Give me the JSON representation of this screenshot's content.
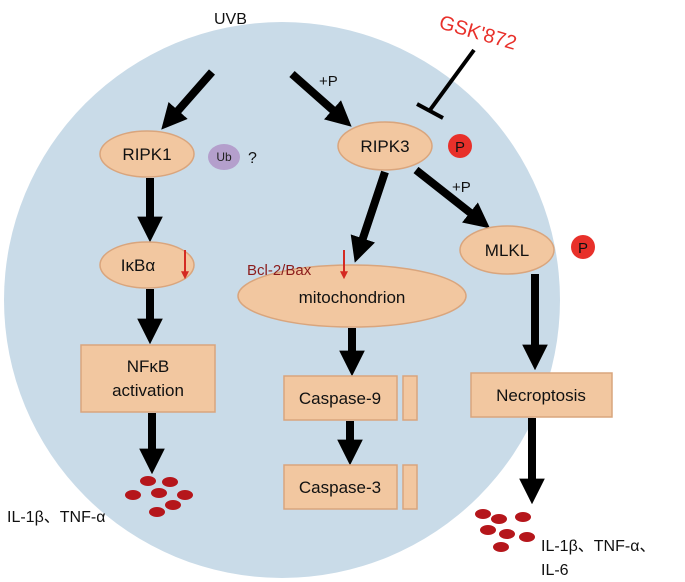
{
  "colors": {
    "cell": "#c9dbe8",
    "node_fill": "#f2c7a0",
    "node_stroke": "#d9a57d",
    "arrow": "#000000",
    "red_accent": "#e8302a",
    "ub_fill": "#b49fcc",
    "cytokine": "#b5161b",
    "bcl_text": "#8b1c1c"
  },
  "labels": {
    "uvb": "UVB",
    "gsk": "GSK'872",
    "plus_p_top": "+P",
    "plus_p_mid": "+P",
    "ub": "Ub",
    "question": "?",
    "p_badge_ripk3": "P",
    "p_badge_mlkl": "P",
    "bcl": "Bcl-2/Bax"
  },
  "nodes": {
    "ripk1": "RIPK1",
    "ripk3": "RIPK3",
    "ikba": "IκBα",
    "mlkl": "MLKL",
    "mitochondrion": "mitochondrion",
    "nfkb_line1": "NFκB",
    "nfkb_line2": "activation",
    "caspase9": "Caspase-9",
    "caspase3": "Caspase-3",
    "necroptosis": "Necroptosis"
  },
  "outputs": {
    "left": "IL-1β、TNF-α",
    "right_line1": "IL-1β、TNF-α、",
    "right_line2": "IL-6"
  }
}
